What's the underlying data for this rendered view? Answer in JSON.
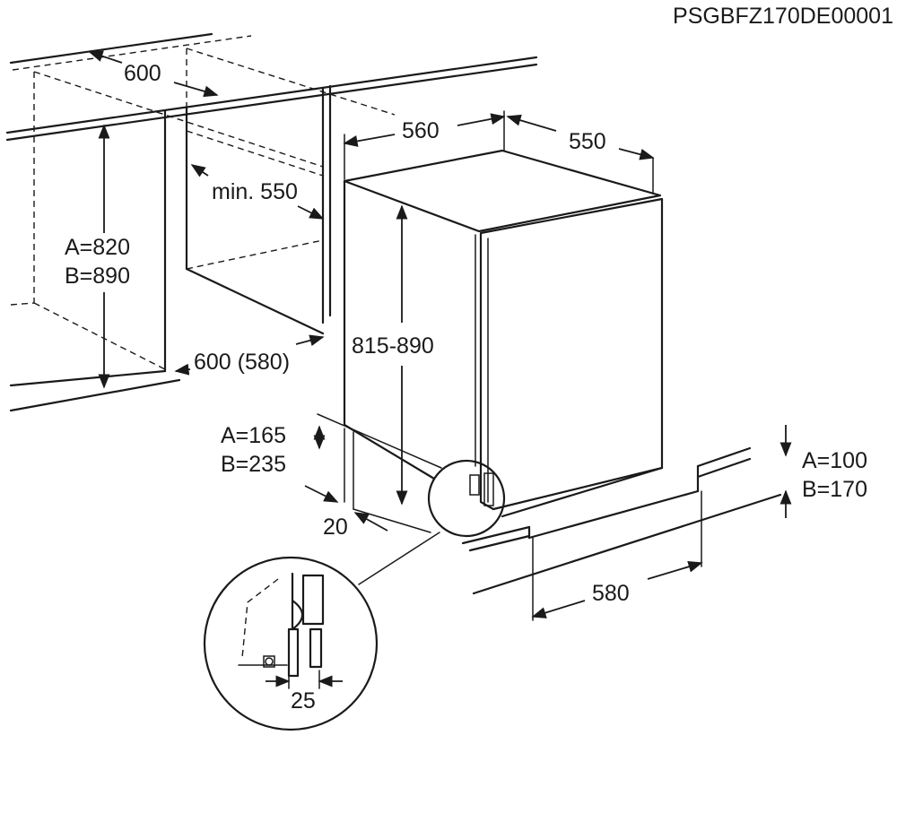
{
  "header": {
    "code": "PSGBFZ170DE00001"
  },
  "dimensions": {
    "cabinet_width": "600",
    "cabinet_depth_min": "min. 550",
    "niche_height_a": "A=820",
    "niche_height_b": "B=890",
    "niche_depth": "600 (580)",
    "appliance_width": "560",
    "appliance_depth": "550",
    "appliance_height": "815-890",
    "plinth_height_a": "A=165",
    "plinth_height_b": "B=235",
    "plinth_setback": "20",
    "plinth_gap_a": "A=100",
    "plinth_gap_b": "B=170",
    "plinth_width": "580",
    "detail_gap": "25"
  },
  "colors": {
    "line": "#1a1a1a",
    "background": "#ffffff"
  }
}
